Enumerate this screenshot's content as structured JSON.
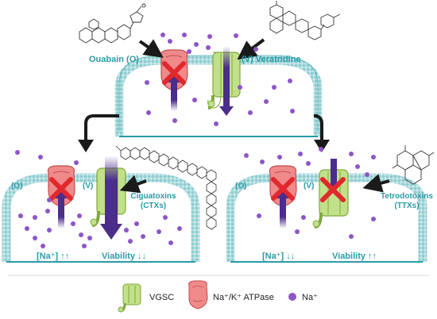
{
  "labels": {
    "ouabain": "Ouabain (O)",
    "veratridine": "(V) Veratridine",
    "o_left": "(O)",
    "v_left": "(V)",
    "o_right": "(O)",
    "v_right": "(V)",
    "ctx_line1": "Ciguatoxins",
    "ctx_line2": "(CTXs)",
    "ttx_line1": "Tetrodotoxins",
    "ttx_line2": "(TTXs)"
  },
  "results": {
    "left_na": "[Na⁺] ↑↑",
    "left_viability": "Viability ↓↓",
    "right_na": "[Na⁺] ↓↓",
    "right_viability": "Viability ↑↑"
  },
  "legend": {
    "vgsc": "VGSC",
    "atpase": "Na⁺/K⁺ ATPase",
    "na": "Na⁺"
  },
  "colors": {
    "teal": "#2a9ba6",
    "membrane": "#9fd3d6",
    "channel": "#c2e08a",
    "pump": "#f08a8a",
    "ion": "#8e55c7",
    "arrow": "#4b2d8c",
    "cross": "#e0282d"
  }
}
